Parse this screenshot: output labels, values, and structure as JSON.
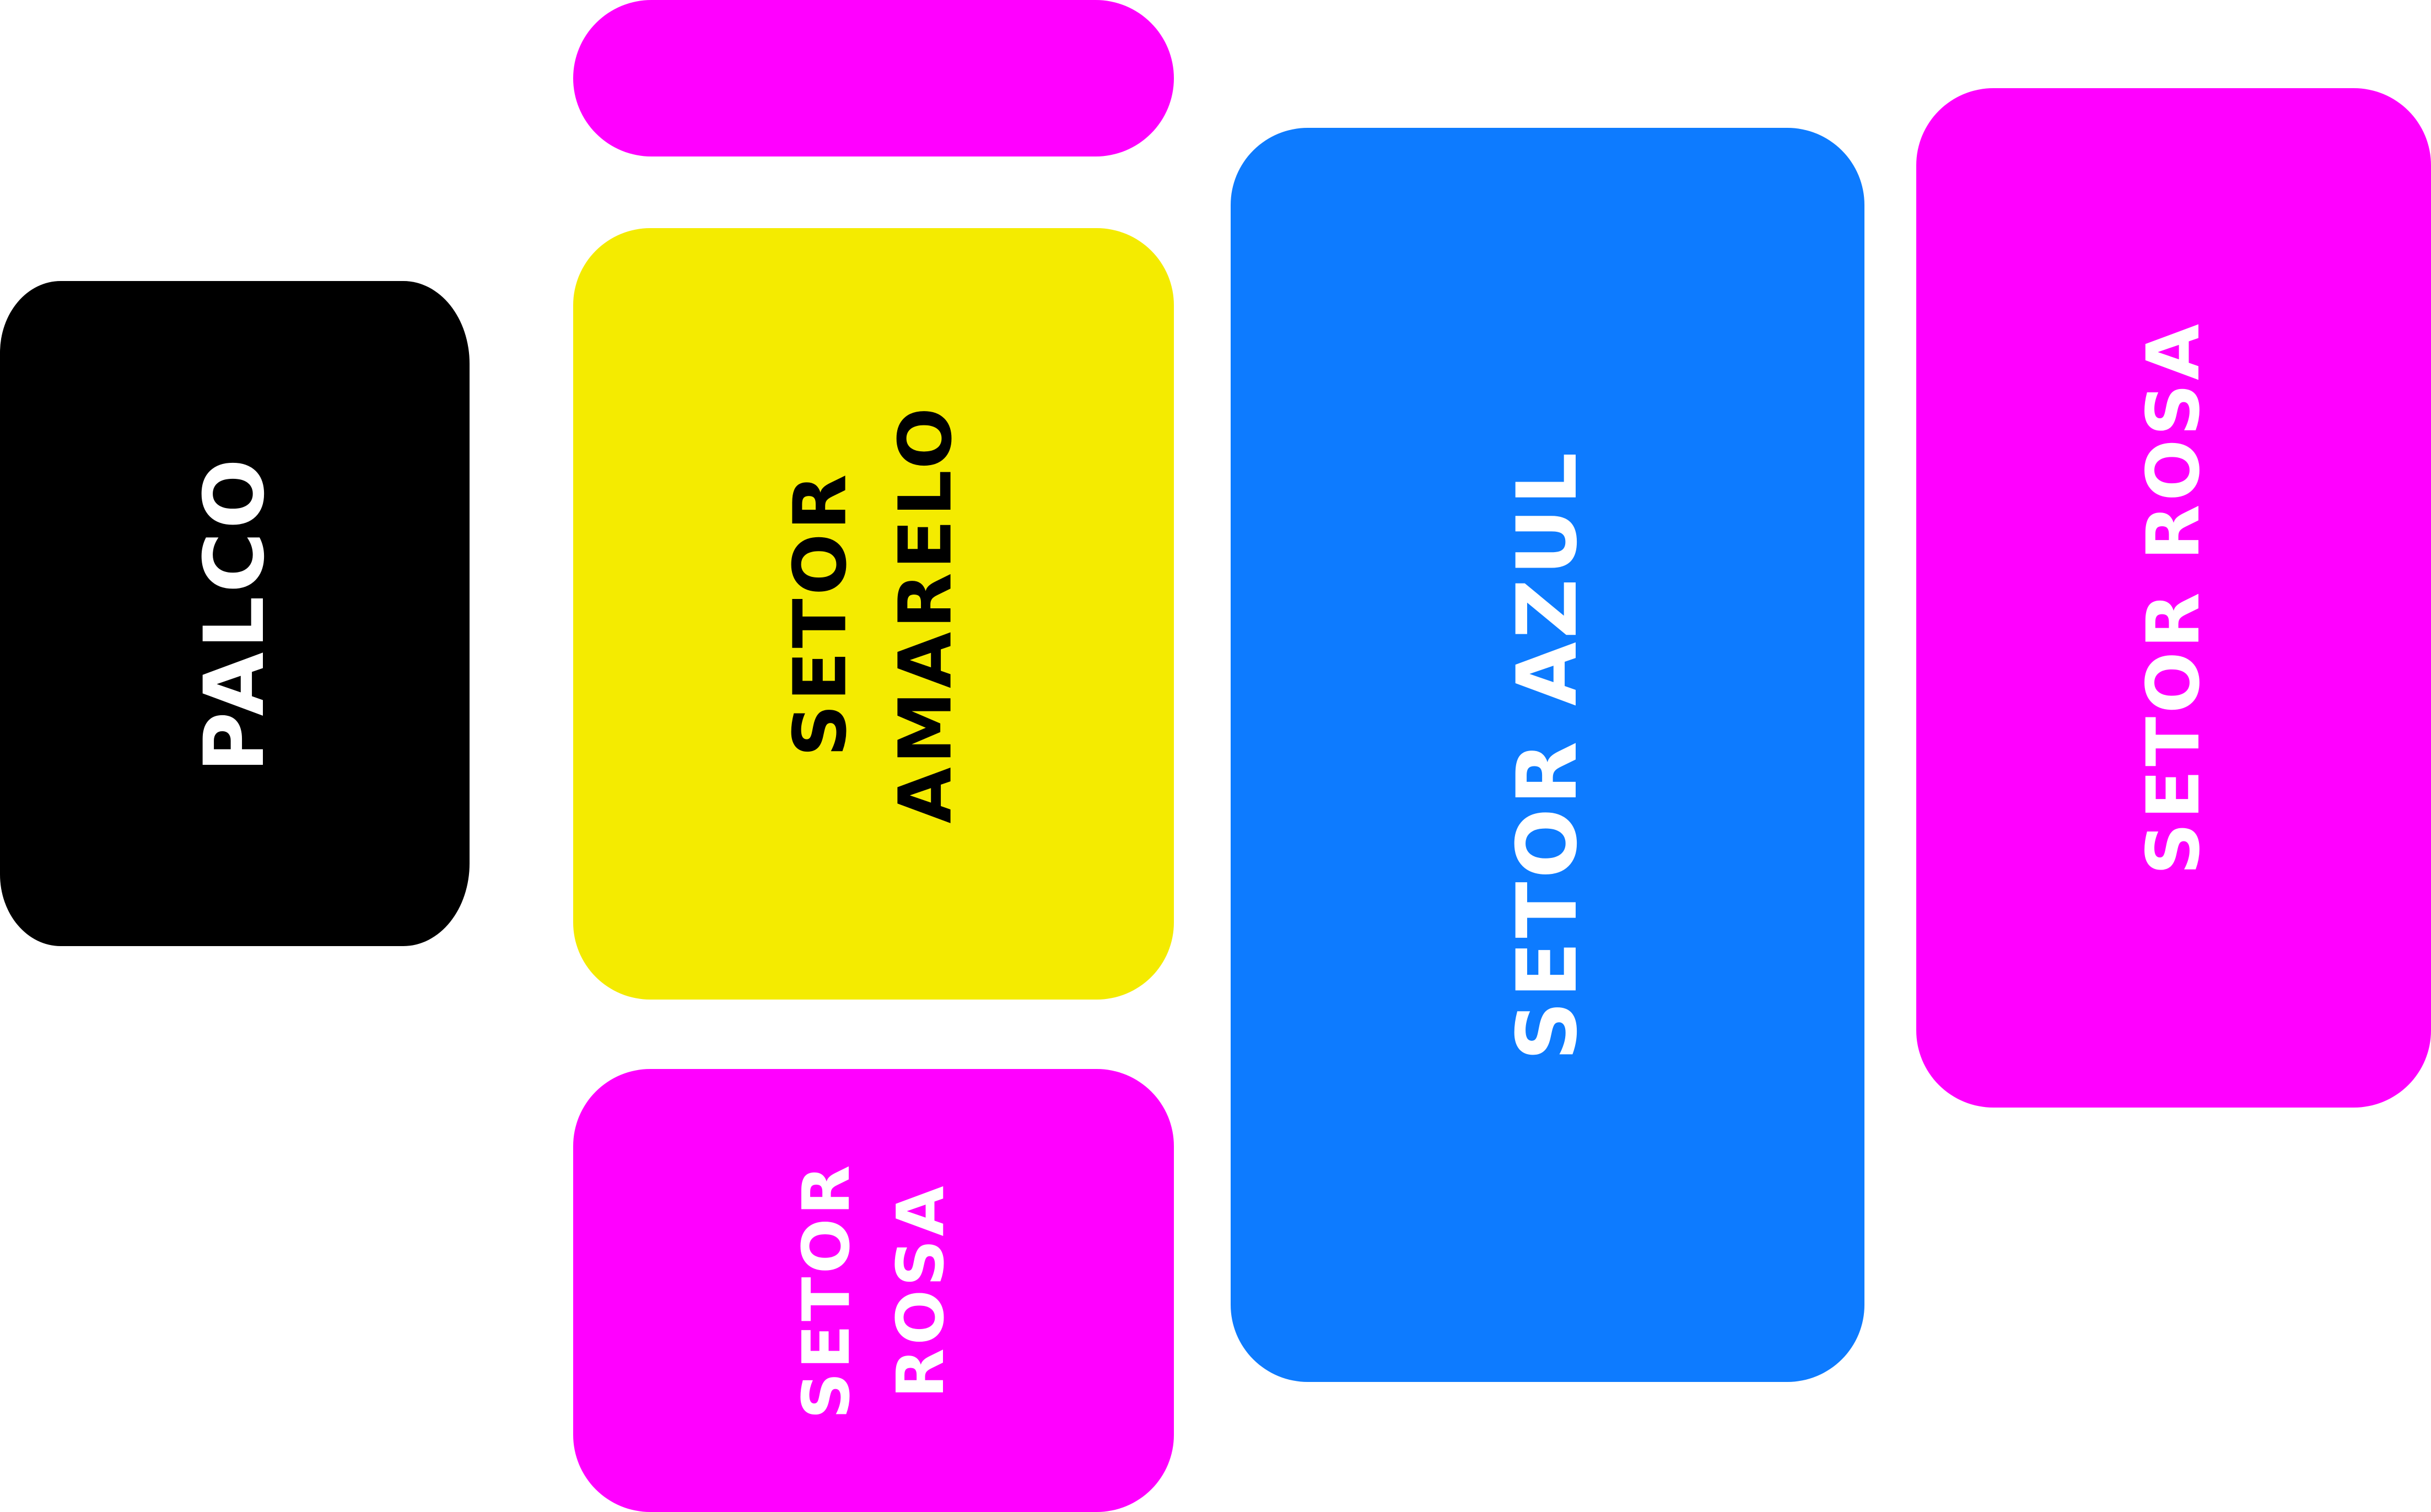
{
  "colors": {
    "palco": "#000000",
    "yellow": "#F4EB00",
    "magenta": "#FF00FF",
    "blue": "#0D7BFF",
    "text_dark": "#000000",
    "text_light": "#FFFFFF"
  },
  "sectors": {
    "palco": {
      "label": "PALCO"
    },
    "amarelo": {
      "line1": "SETOR",
      "line2": "AMARELO"
    },
    "rosa_small": {
      "line1": "SETOR",
      "line2": "ROSA"
    },
    "azul": {
      "label": "SETOR AZUL"
    },
    "rosa_large": {
      "label": "SETOR ROSA"
    }
  }
}
